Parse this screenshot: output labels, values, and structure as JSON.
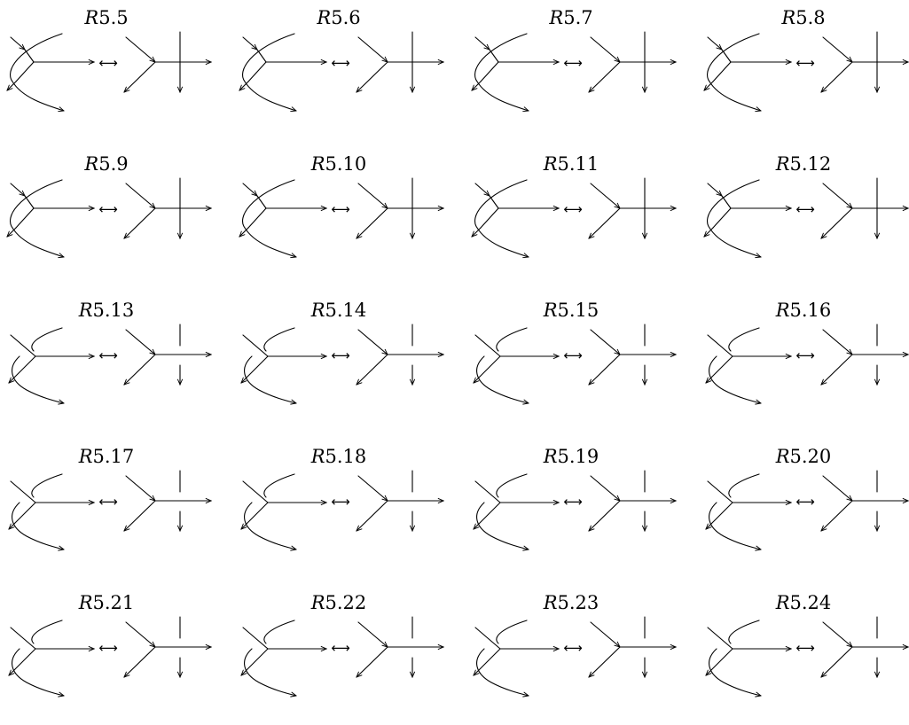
{
  "figure": {
    "panels": [
      {
        "label_prefix": "R",
        "label_number": "5.5",
        "equivalence": "⟷"
      },
      {
        "label_prefix": "R",
        "label_number": "5.6",
        "equivalence": "⟷"
      },
      {
        "label_prefix": "R",
        "label_number": "5.7",
        "equivalence": "⟷"
      },
      {
        "label_prefix": "R",
        "label_number": "5.8",
        "equivalence": "⟷"
      },
      {
        "label_prefix": "R",
        "label_number": "5.9",
        "equivalence": "⟷"
      },
      {
        "label_prefix": "R",
        "label_number": "5.10",
        "equivalence": "⟷"
      },
      {
        "label_prefix": "R",
        "label_number": "5.11",
        "equivalence": "⟷"
      },
      {
        "label_prefix": "R",
        "label_number": "5.12",
        "equivalence": "⟷"
      },
      {
        "label_prefix": "R",
        "label_number": "5.13",
        "equivalence": "⟷"
      },
      {
        "label_prefix": "R",
        "label_number": "5.14",
        "equivalence": "⟷"
      },
      {
        "label_prefix": "R",
        "label_number": "5.15",
        "equivalence": "⟷"
      },
      {
        "label_prefix": "R",
        "label_number": "5.16",
        "equivalence": "⟷"
      },
      {
        "label_prefix": "R",
        "label_number": "5.17",
        "equivalence": "⟷"
      },
      {
        "label_prefix": "R",
        "label_number": "5.18",
        "equivalence": "⟷"
      },
      {
        "label_prefix": "R",
        "label_number": "5.19",
        "equivalence": "⟷"
      },
      {
        "label_prefix": "R",
        "label_number": "5.20",
        "equivalence": "⟷"
      },
      {
        "label_prefix": "R",
        "label_number": "5.21",
        "equivalence": "⟷"
      },
      {
        "label_prefix": "R",
        "label_number": "5.22",
        "equivalence": "⟷"
      },
      {
        "label_prefix": "R",
        "label_number": "5.23",
        "equivalence": "⟷"
      },
      {
        "label_prefix": "R",
        "label_number": "5.24",
        "equivalence": "⟷"
      }
    ]
  }
}
